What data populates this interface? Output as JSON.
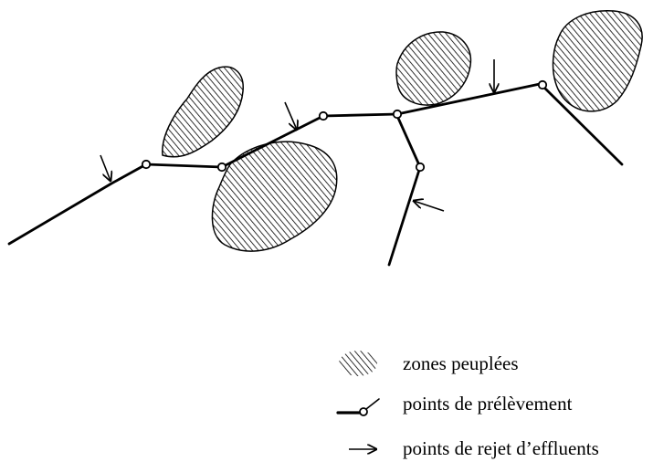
{
  "colors": {
    "ink": "#000000",
    "background": "#ffffff"
  },
  "legend": {
    "items": [
      {
        "icon": "hatched-zone-icon",
        "label": "zones peuplées"
      },
      {
        "icon": "sampling-point-icon",
        "label": "points de prélèvement"
      },
      {
        "icon": "discharge-arrow-icon",
        "label": "points de rejet d’effluents"
      }
    ]
  }
}
